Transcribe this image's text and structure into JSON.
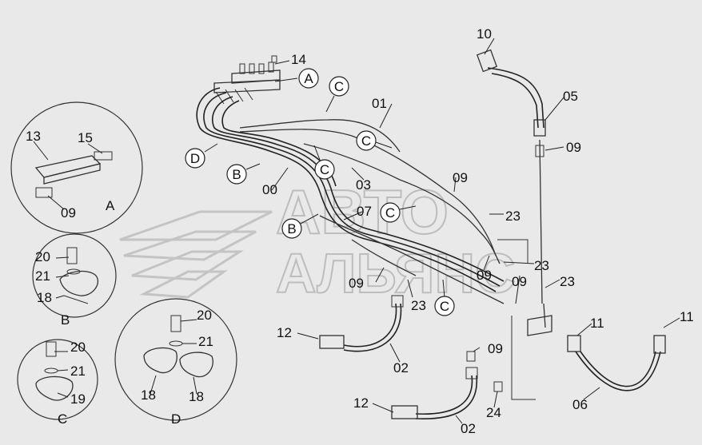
{
  "watermark": {
    "line1": "АВТО",
    "line2": "АЛЬЯНС"
  },
  "part_labels": {
    "p00": "00",
    "p01": "01",
    "p02a": "02",
    "p02b": "02",
    "p03": "03",
    "p05": "05",
    "p06": "06",
    "p07": "07",
    "p09a": "09",
    "p09b": "09",
    "p09c": "09",
    "p09d": "09",
    "p09e": "09",
    "p09f": "09",
    "p09g": "09",
    "p10": "10",
    "p11a": "11",
    "p11b": "11",
    "p12a": "12",
    "p12b": "12",
    "p13": "13",
    "p14": "14",
    "p15": "15",
    "p18a": "18",
    "p18b": "18",
    "p18c": "18",
    "p19": "19",
    "p20a": "20",
    "p20b": "20",
    "p20c": "20",
    "p21a": "21",
    "p21b": "21",
    "p21c": "21",
    "p23a": "23",
    "p23b": "23",
    "p23c": "23",
    "p23d": "23",
    "p24": "24"
  },
  "callouts": {
    "A": "A",
    "B1": "B",
    "B2": "B",
    "C1": "C",
    "C2": "C",
    "C3": "C",
    "C4": "C",
    "C5": "C",
    "D": "D"
  },
  "detail_views": {
    "A": "A",
    "B": "B",
    "C": "C",
    "D": "D"
  }
}
